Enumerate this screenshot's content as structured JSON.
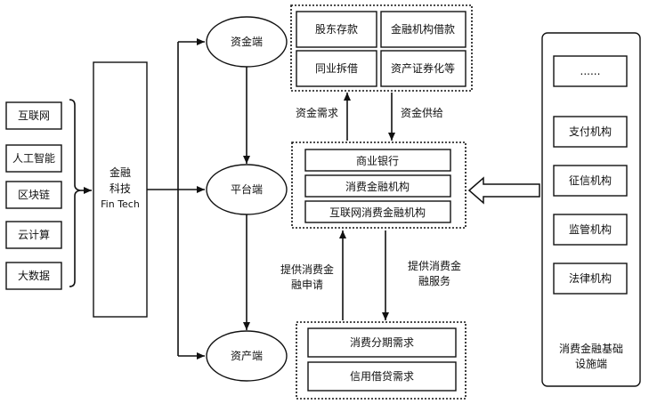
{
  "tech": {
    "items": [
      "互联网",
      "人工智能",
      "区块链",
      "云计算",
      "大数据"
    ]
  },
  "fintech": {
    "line1": "金融",
    "line2": "科技",
    "line3": "Fin Tech"
  },
  "ends": {
    "fund": "资金端",
    "platform": "平台端",
    "asset": "资产端"
  },
  "fund_sources": {
    "items": [
      "股东存款",
      "金融机构借款",
      "同业拆借",
      "资产证券化等"
    ]
  },
  "platforms": {
    "items": [
      "商业银行",
      "消费金融机构",
      "互联网消费金融机构"
    ]
  },
  "demands": {
    "items": [
      "消费分期需求",
      "信用借贷需求"
    ]
  },
  "flows": {
    "fund_demand": "资金需求",
    "fund_supply": "资金供给",
    "apply_line1": "提供消费金",
    "apply_line2": "融申请",
    "service_line1": "提供消费金",
    "service_line2": "融服务"
  },
  "infra": {
    "items": [
      "......",
      "支付机构",
      "征信机构",
      "监管机构",
      "法律机构"
    ],
    "label_line1": "消费金融基础",
    "label_line2": "设施端"
  }
}
